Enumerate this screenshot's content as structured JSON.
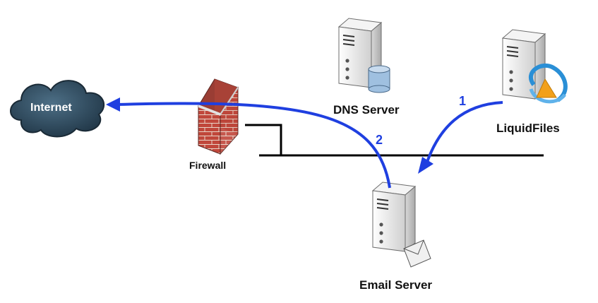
{
  "nodes": {
    "internet": "Internet",
    "firewall": "Firewall",
    "dns_server": "DNS Server",
    "liquidfiles": "LiquidFiles",
    "email_server": "Email Server"
  },
  "steps": {
    "step1": "1",
    "step2": "2"
  },
  "colors": {
    "arrow": "#1f3fe0",
    "cloud": "#2f4b5e",
    "brick": "#c0473b",
    "server_body": "#e9e9e9",
    "network_line": "#000000"
  }
}
